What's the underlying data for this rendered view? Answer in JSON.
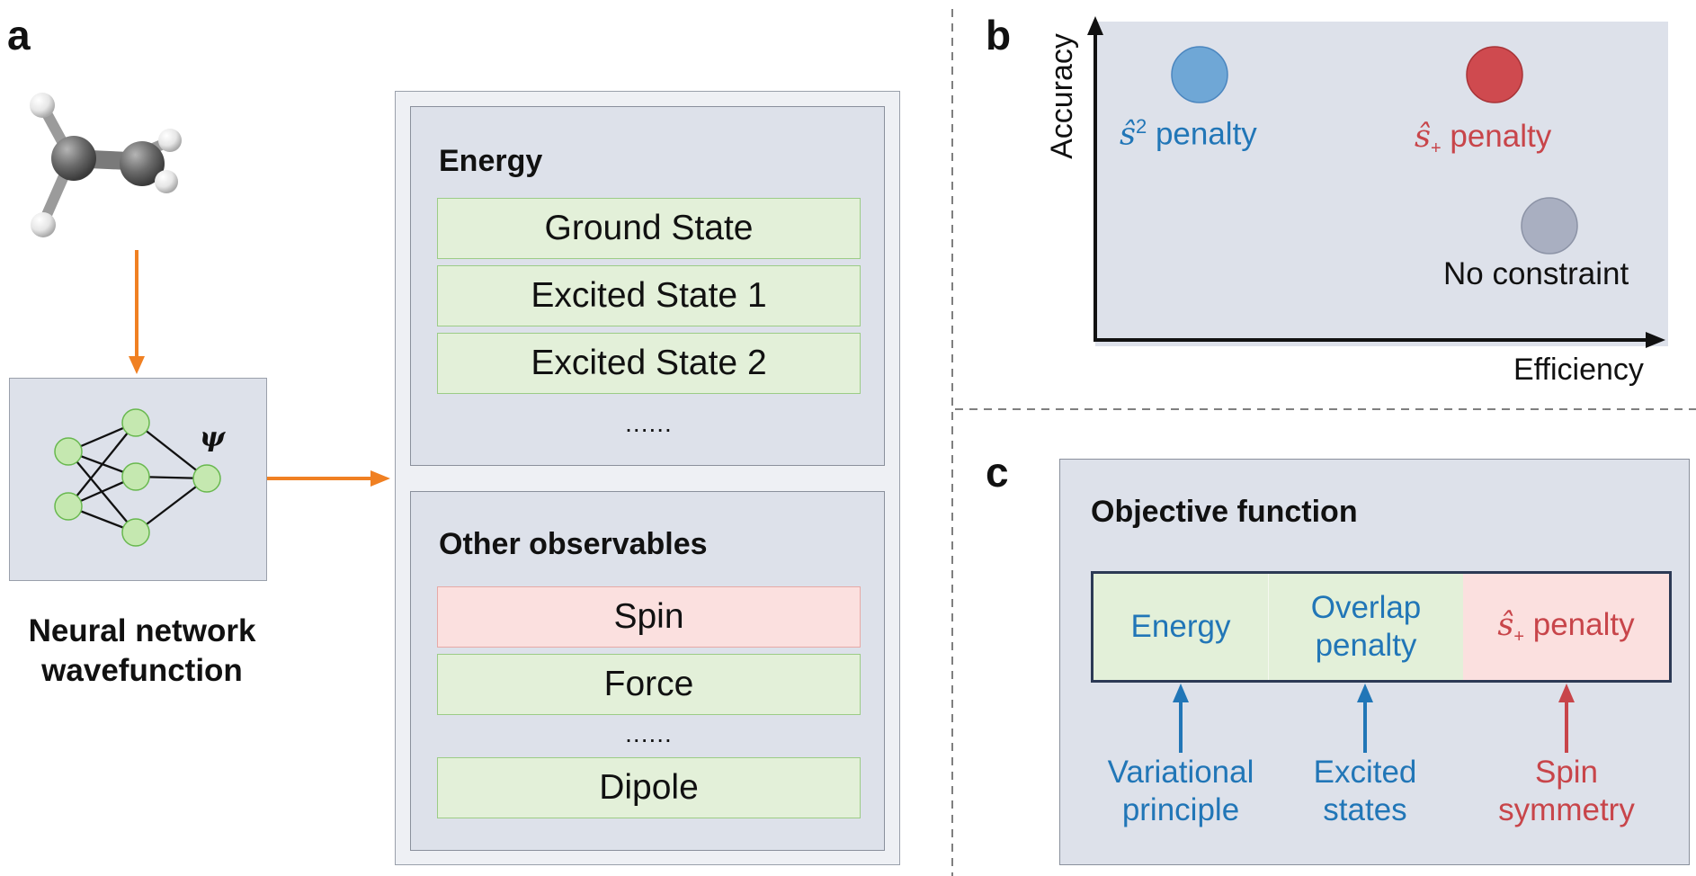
{
  "panels": {
    "a": "a",
    "b": "b",
    "c": "c"
  },
  "panel_a": {
    "network_label": "Neural network\nwavefunction",
    "psi": "ψ",
    "energy_section": {
      "title": "Energy",
      "items": [
        "Ground State",
        "Excited State 1",
        "Excited State 2"
      ],
      "ellipsis": "......"
    },
    "observables_section": {
      "title": "Other observables",
      "items": [
        "Spin",
        "Force"
      ],
      "ellipsis": "......",
      "last_item": "Dipole"
    }
  },
  "panel_b": {
    "ylabel": "Accuracy",
    "xlabel": "Efficiency",
    "points": [
      {
        "label_base": "ŝ",
        "label_sup": "2",
        "label_rest": " penalty",
        "color": "#6fa7d6",
        "label_color": "#2176b7"
      },
      {
        "label_base": "ŝ",
        "label_sub": "+",
        "label_rest": " penalty",
        "color": "#cf4a4f",
        "label_color": "#c8454a"
      },
      {
        "label": "No constraint",
        "color": "#a9afc1",
        "label_color": "#111111"
      }
    ]
  },
  "panel_c": {
    "title": "Objective function",
    "cells": [
      {
        "text": "Energy",
        "annotation": "Variational\nprinciple",
        "color": "#2176b7"
      },
      {
        "text": "Overlap\npenalty",
        "annotation": "Excited\nstates",
        "color": "#2176b7"
      },
      {
        "text_base": "ŝ",
        "text_sub": "+",
        "text_rest": " penalty",
        "annotation": "Spin\nsymmetry",
        "color": "#c8454a"
      }
    ]
  },
  "colors": {
    "panel_bg": "#dde1ea",
    "outer_bg": "#eef0f4",
    "border": "#9aa0ab",
    "orange": "#f08022",
    "node_fill": "#c5e8b0",
    "node_stroke": "#68b84e"
  }
}
